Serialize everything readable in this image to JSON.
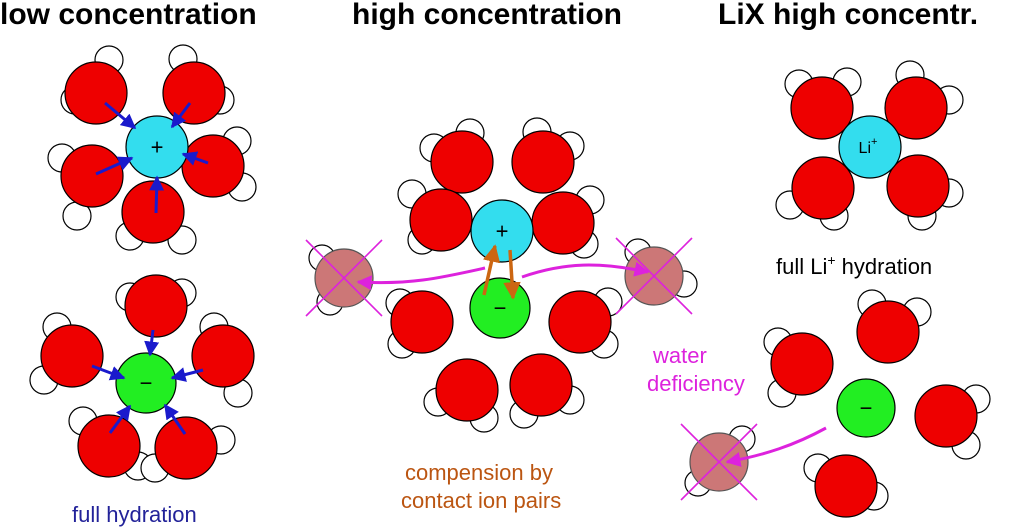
{
  "headings": {
    "low": "low concentration",
    "high": "high concentration",
    "lix": "LiX high concentr."
  },
  "captions": {
    "full_hydration": "full hydration",
    "compensation_line1": "compension by",
    "compensation_line2": "contact ion pairs",
    "water_line1": "water",
    "water_line2": "deficiency",
    "li_full_prefix": "full Li",
    "li_full_sup": "+",
    "li_full_suffix": " hydration"
  },
  "ion_labels": {
    "cation": "+",
    "anion": "−",
    "lithium": "Li",
    "lithium_sup": "+"
  },
  "colors": {
    "oxygen": "#ee0000",
    "hydrogen": "#ffffff",
    "cation": "#33ddee",
    "anion": "#22ee22",
    "missing_water": "#cc7777",
    "blue_arrow": "#1a1acc",
    "orange_arrow": "#cc6611",
    "magenta": "#dd22dd",
    "caption_blue": "#222299",
    "caption_orange": "#bb5511",
    "text": "#000000"
  }
}
